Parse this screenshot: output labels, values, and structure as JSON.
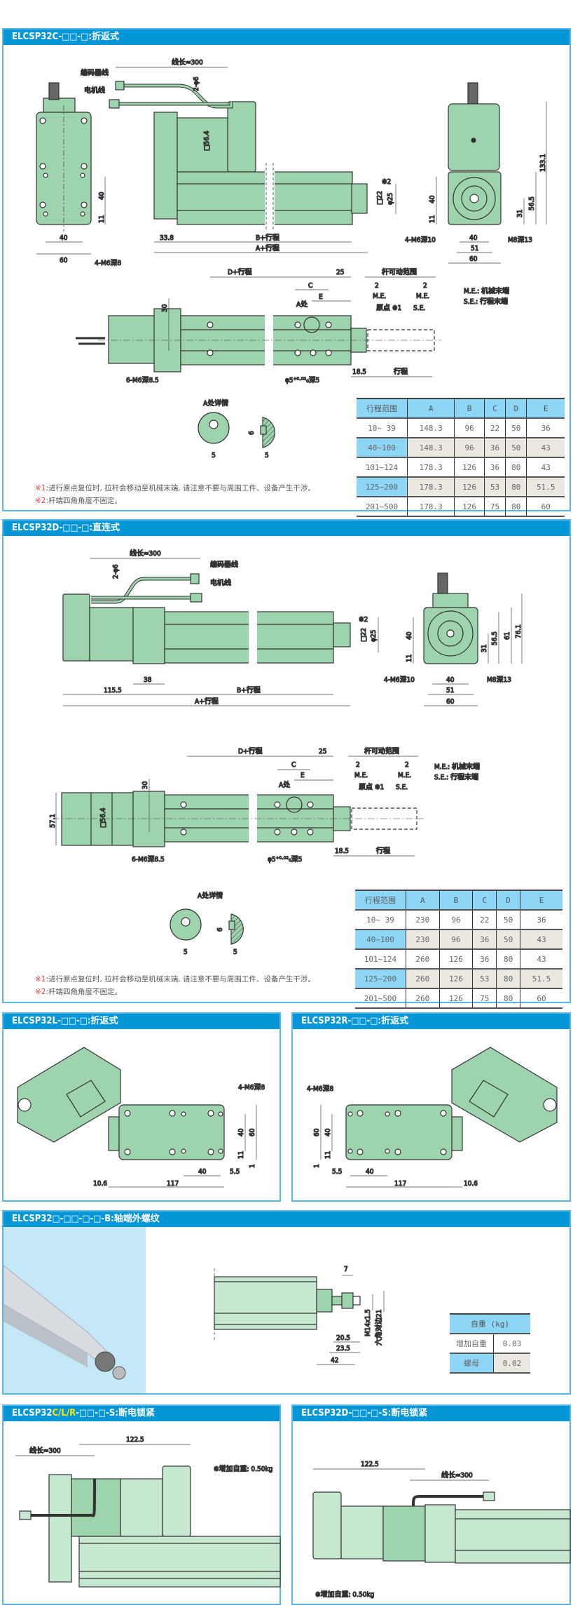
{
  "colors": {
    "header": "#0596d8",
    "border": "#5ab8e8",
    "part": "#9dd4ad",
    "part_light": "#c7e8d0",
    "table_header": "#8dd6f5",
    "table_shade": "#ebe8e2",
    "highlight": "#ffe600",
    "note_mark": "#e84040"
  },
  "s1": {
    "title": "ELCSP32C-□□-□:折返式",
    "cable_length": "线长≈300",
    "encoder_line": "编码器线",
    "motor_line": "电机线",
    "cable_dia": "2-φ6",
    "motor_square": "□56.4",
    "rod_square": "□22",
    "rod_dia": "φ25",
    "mark2": "※2",
    "dim_40": "40",
    "dim_60": "60",
    "dim_11": "11",
    "m6_8": "4-M6深8",
    "dim_33_8": "33.8",
    "b_stroke": "B+行程",
    "a_stroke": "A+行程",
    "dim_133_1": "133.1",
    "dim_56_5": "56.5",
    "dim_31": "31",
    "m6_10": "4-M6深10",
    "m8_13": "M8深13",
    "dim_51": "51",
    "d_stroke": "D+行程",
    "dim_25": "25",
    "rod_range": "杆可动范围",
    "dim_c": "C",
    "dim_e": "E",
    "dim_2": "2",
    "me": "M.E.",
    "se": "S.E.",
    "origin": "原点",
    "mark1": "※1",
    "legend_me": "M.E.: 机械末端",
    "legend_se": "S.E.: 行程末端",
    "a_point": "A处",
    "dim_30": "30",
    "m6_8_5": "6-M6深8.5",
    "pin_hole": "φ5⁺⁰·⁰²₀深5",
    "dim_18_5": "18.5",
    "stroke": "行程",
    "detail_title": "A处详情",
    "dim_6": "6",
    "dim_5": "5",
    "note1_mark": "※1",
    "note1": ":进行原点复位时, 拉杆会移动至机械末端, 请注意不要与周围工件、设备产生干涉。",
    "note2_mark": "※2",
    "note2": ":杆端四角角度不固定。",
    "table": [
      [
        "行程范围",
        "A",
        "B",
        "C",
        "D",
        "E"
      ],
      [
        "10~ 39",
        "148.3",
        "96",
        "22",
        "50",
        "36"
      ],
      [
        "40~100",
        "148.3",
        "96",
        "36",
        "50",
        "43"
      ],
      [
        "101~124",
        "178.3",
        "126",
        "36",
        "80",
        "43"
      ],
      [
        "125~200",
        "178.3",
        "126",
        "53",
        "80",
        "51.5"
      ],
      [
        "201~500",
        "178.3",
        "126",
        "75",
        "80",
        "60"
      ]
    ]
  },
  "s2": {
    "title": "ELCSP32D-□□-□:直连式",
    "cable_length": "线长≈300",
    "encoder_line": "编码器线",
    "motor_line": "电机线",
    "cable_dia": "2-φ6",
    "rod_square": "□22",
    "rod_dia": "φ25",
    "mark2": "※2",
    "dim_38": "38",
    "dim_115_5": "115.5",
    "b_stroke": "B+行程",
    "a_stroke": "A+行程",
    "dim_76_1": "76.1",
    "dim_61": "61",
    "dim_56_5": "56.5",
    "dim_31": "31",
    "dim_40": "40",
    "dim_11": "11",
    "m6_10": "4-M6深10",
    "m8_13": "M8深13",
    "dim_51": "51",
    "dim_60": "60",
    "d_stroke": "D+行程",
    "dim_25": "25",
    "rod_range": "杆可动范围",
    "dim_c": "C",
    "dim_e": "E",
    "dim_2": "2",
    "me": "M.E.",
    "se": "S.E.",
    "origin": "原点",
    "mark1": "※1",
    "legend_me": "M.E.: 机械末端",
    "legend_se": "S.E.: 行程末端",
    "a_point": "A处",
    "dim_30": "30",
    "dim_57_1": "57.1",
    "motor_square": "□56.4",
    "m6_8_5": "6-M6深8.5",
    "pin_hole": "φ5⁺⁰·⁰²₀深5",
    "dim_18_5": "18.5",
    "stroke": "行程",
    "detail_title": "A处详情",
    "dim_6": "6",
    "dim_5": "5",
    "note1_mark": "※1",
    "note1": ":进行原点复位时, 拉杆会移动至机械末端, 请注意不要与周围工件、设备产生干涉。",
    "note2_mark": "※2",
    "note2": ":杆端四角角度不固定。",
    "table": [
      [
        "行程范围",
        "A",
        "B",
        "C",
        "D",
        "E"
      ],
      [
        "10~ 39",
        "230",
        "96",
        "22",
        "50",
        "36"
      ],
      [
        "40~100",
        "230",
        "96",
        "36",
        "50",
        "43"
      ],
      [
        "101~124",
        "260",
        "126",
        "36",
        "80",
        "43"
      ],
      [
        "125~200",
        "260",
        "126",
        "53",
        "80",
        "51.5"
      ],
      [
        "201~500",
        "260",
        "126",
        "75",
        "80",
        "60"
      ]
    ]
  },
  "s3l": {
    "title": "ELCSP32L-□□-□:折返式",
    "m6_8": "4-M6深8",
    "dim_40": "40",
    "dim_60": "60",
    "dim_11": "11",
    "dim_1": "1",
    "dim_5_5": "5.5",
    "dim_10_6": "10.6",
    "dim_117": "117"
  },
  "s3r": {
    "title": "ELCSP32R-□□-□:折返式",
    "m6_8": "4-M6深8",
    "dim_40": "40",
    "dim_60": "60",
    "dim_11": "11",
    "dim_1": "1",
    "dim_5_5": "5.5",
    "dim_10_6": "10.6",
    "dim_117": "117"
  },
  "s4": {
    "title": "ELCSP32□-□□-□-□-B:轴端外螺纹",
    "dim_7": "7",
    "dim_20_5": "20.5",
    "dim_23_5": "23.5",
    "dim_42": "42",
    "thread": "M14x1.5",
    "hex": "六角对边21",
    "weight_header": "自重 (kg)",
    "weight_rows": [
      [
        "增加自重",
        "0.03"
      ],
      [
        "螺母",
        "0.02"
      ]
    ]
  },
  "s5l": {
    "title_a": "ELCSP32",
    "title_b": "C/L/R",
    "title_c": "-□□-□-S:断电锁紧",
    "dim_122_5": "122.5",
    "cable_length": "线长≈300",
    "added_weight": "※增加自重: 0.50kg"
  },
  "s5r": {
    "title": "ELCSP32D-□□-□-S:断电锁紧",
    "dim_122_5": "122.5",
    "cable_length": "线长≈300",
    "added_weight": "※增加自重: 0.50kg"
  }
}
